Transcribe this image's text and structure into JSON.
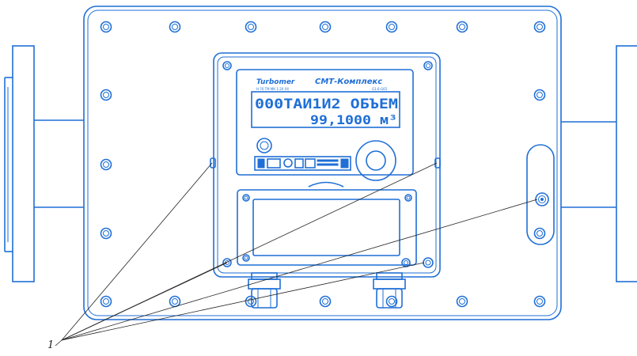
{
  "meter": {
    "brand": "Turbomer",
    "model": "СМТ-Комплекс",
    "lcd_line1": "000ТАИ1И2 ОБЪЕМ",
    "lcd_line2": "99,1000 м³"
  },
  "callout": {
    "number": "1"
  }
}
